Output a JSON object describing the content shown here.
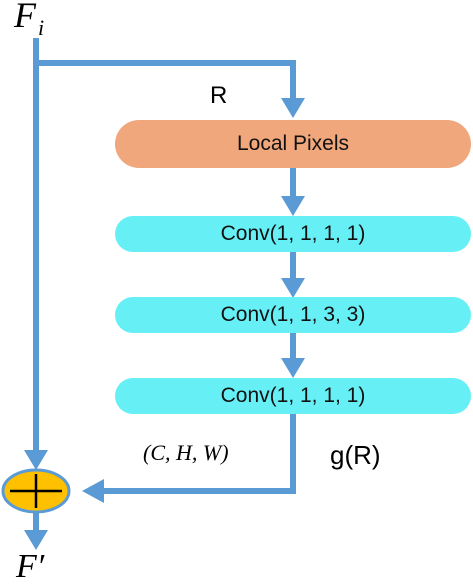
{
  "input_label": {
    "base": "F",
    "subscript": "i"
  },
  "output_label": {
    "base": "F",
    "prime": "′"
  },
  "region_label": "R",
  "shape_label": "(C, H, W)",
  "output_func_label": "g(R)",
  "blocks": [
    {
      "label": "Local Pixels",
      "color": "#f0a77c"
    },
    {
      "label": "Conv(1, 1, 1, 1)",
      "color": "#66f0f5"
    },
    {
      "label": "Conv(1, 1, 3, 3)",
      "color": "#66f0f5"
    },
    {
      "label": "Conv(1, 1, 1, 1)",
      "color": "#66f0f5"
    }
  ],
  "colors": {
    "arrow": "#5b9bd5",
    "adder_fill": "#ffc000",
    "adder_stroke": "#5b9bd5"
  },
  "adder_symbol": "+"
}
